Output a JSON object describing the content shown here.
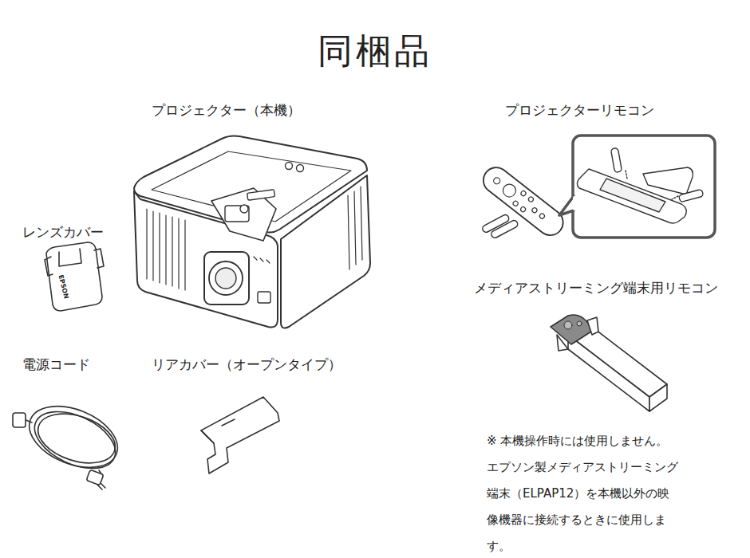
{
  "diagram": {
    "title": "同梱品",
    "labels": [
      "プロジェクター（本機）",
      "プロジェクターリモコン",
      "レンズカバー",
      "EPSON",
      "メディアストリーミング端末用リモコン",
      "電源コード",
      "リアカバー（オープンタイプ）",
      "※ 本機操作時には使用しません。 エプソン製メディアストリーミング 端末（ELPAP12）を本機以外の映 像機器に接続するときに使用します。"
    ]
  }
}
